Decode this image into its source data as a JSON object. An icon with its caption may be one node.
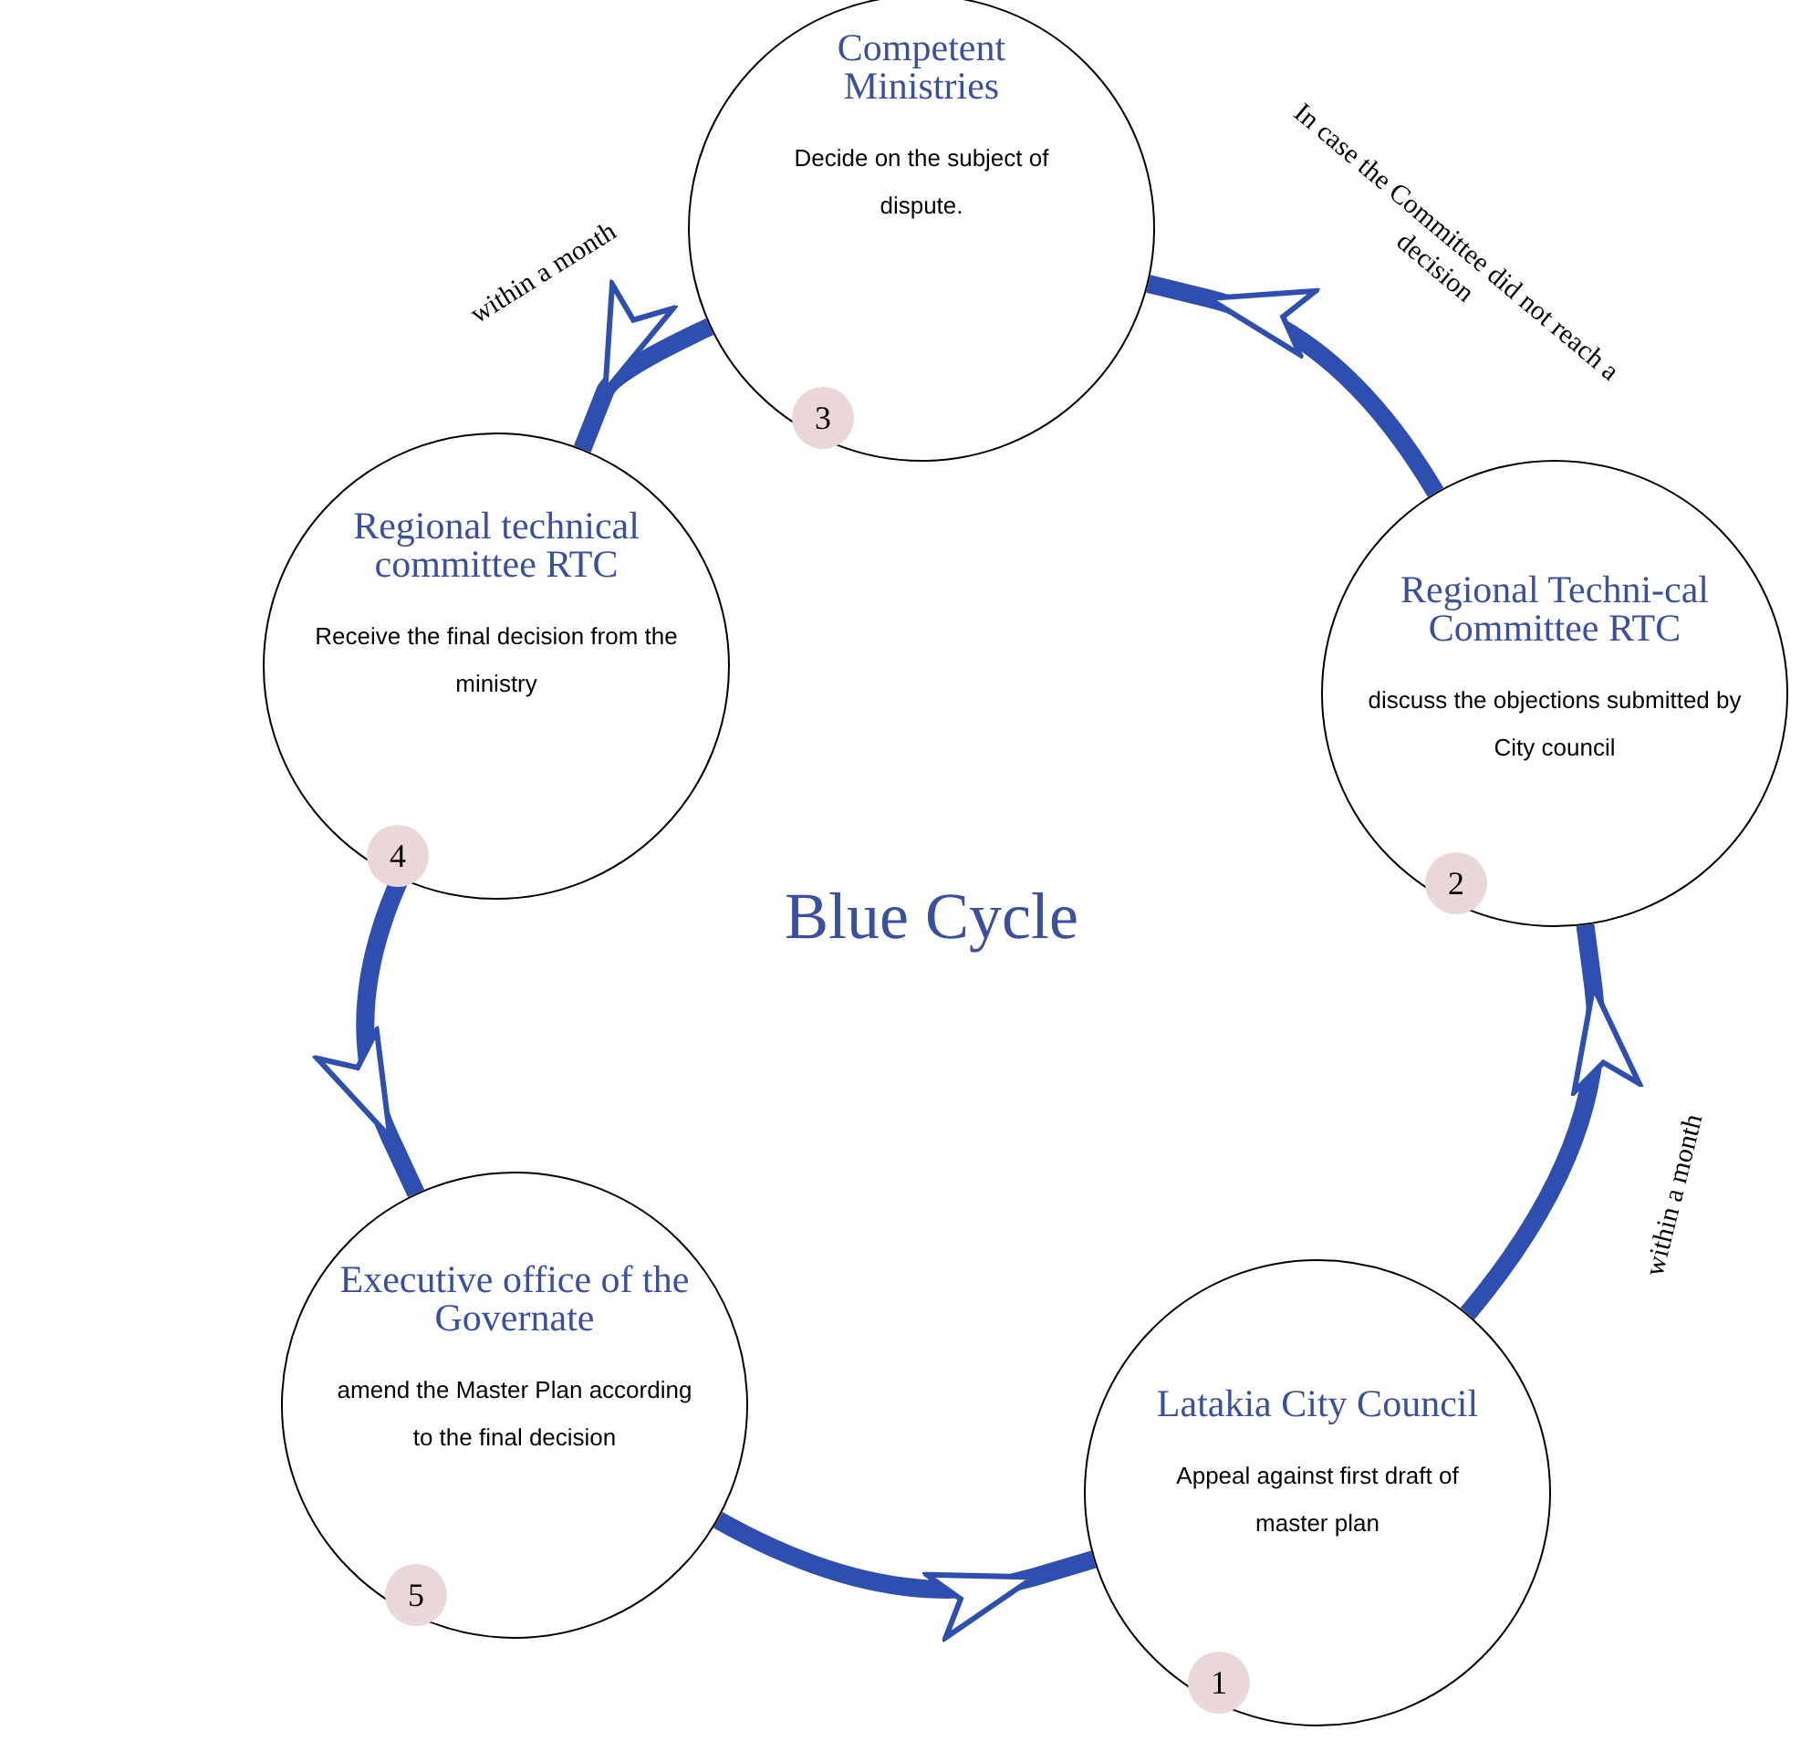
{
  "diagram": {
    "title": "Blue Cycle",
    "nodes": [
      {
        "text": [
          "Latakia City Council",
          "Appeal against first draft of master plan",
          "1"
        ]
      },
      {
        "text": [
          "Regional Techni-cal Committee RTC",
          "discuss the objections submitted by City council",
          "2"
        ]
      },
      {
        "text": [
          "Competent Ministries",
          "Decide on the subject of dispute.",
          "3"
        ]
      },
      {
        "text": [
          "Regional technical committee RTC",
          "Receive the final decision from the ministry",
          "4"
        ]
      },
      {
        "text": [
          "Executive office of the Governate",
          "amend the Master Plan according to the final decision",
          "5"
        ]
      }
    ],
    "edges": [
      {
        "from": 0,
        "to": 1,
        "arrow": "to",
        "label": "within a month"
      },
      {
        "from": 1,
        "to": 2,
        "arrow": "to",
        "label": "In case the Committee did not reach a decision"
      },
      {
        "from": 2,
        "to": 3,
        "arrow": "to",
        "label": "within a month"
      },
      {
        "from": 3,
        "to": 4,
        "arrow": "to"
      },
      {
        "from": 4,
        "to": 0,
        "arrow": "to"
      }
    ]
  }
}
